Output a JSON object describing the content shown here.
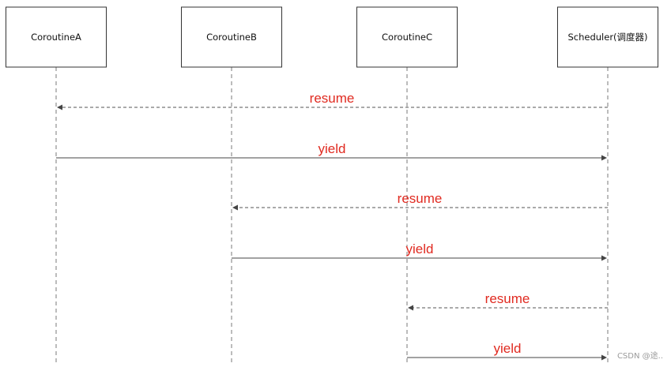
{
  "participants": [
    {
      "label": "CoroutineA"
    },
    {
      "label": "CoroutineB"
    },
    {
      "label": "CoroutineC"
    },
    {
      "label": "Scheduler(调度器)"
    }
  ],
  "messages": [
    {
      "label": "resume",
      "from": 3,
      "to": 0,
      "style": "dashed"
    },
    {
      "label": "yield",
      "from": 0,
      "to": 3,
      "style": "solid"
    },
    {
      "label": "resume",
      "from": 3,
      "to": 1,
      "style": "dashed"
    },
    {
      "label": "yield",
      "from": 1,
      "to": 3,
      "style": "solid"
    },
    {
      "label": "resume",
      "from": 3,
      "to": 2,
      "style": "dashed"
    },
    {
      "label": "yield",
      "from": 2,
      "to": 3,
      "style": "solid"
    }
  ],
  "colors": {
    "message_label": "#e02a20",
    "line": "#444444",
    "box_border": "#333333"
  },
  "watermark": "CSDN @途.."
}
